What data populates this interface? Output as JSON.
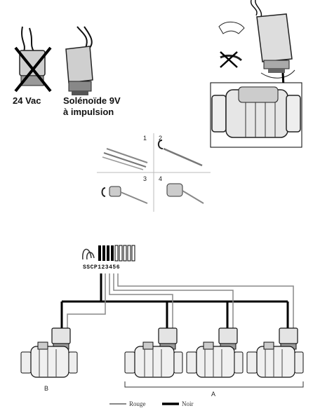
{
  "solenoid_section": {
    "label_24vac": "24 Vac",
    "label_9v_line1": "Solénoïde 9V",
    "label_9v_line2": "à impulsion"
  },
  "wiring_steps": {
    "step1": "1",
    "step2": "2",
    "step3": "3",
    "step4": "4"
  },
  "controller": {
    "terminal_labels": "SSCP123456"
  },
  "diagram": {
    "group_b": "B",
    "group_a": "A"
  },
  "legend": {
    "red": "Rouge",
    "black": "Noir"
  },
  "colors": {
    "red_wire": "#9a9a9a",
    "black_wire": "#000000"
  }
}
